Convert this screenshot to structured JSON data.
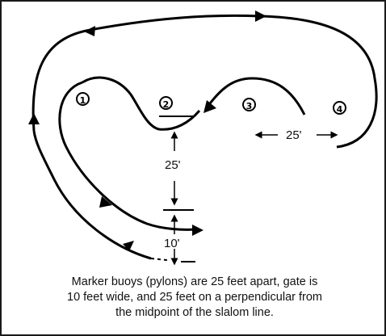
{
  "buoys": [
    "1",
    "2",
    "3",
    "4"
  ],
  "dimensions": {
    "buoy_spacing": "25'",
    "gate_distance": "25'",
    "gate_width": "10'"
  },
  "caption": {
    "line1": "Marker buoys (pylons) are 25 feet apart, gate is",
    "line2": "10 feet wide, and 25 feet on a perpendicular from",
    "line3": "the midpoint of the slalom line."
  }
}
